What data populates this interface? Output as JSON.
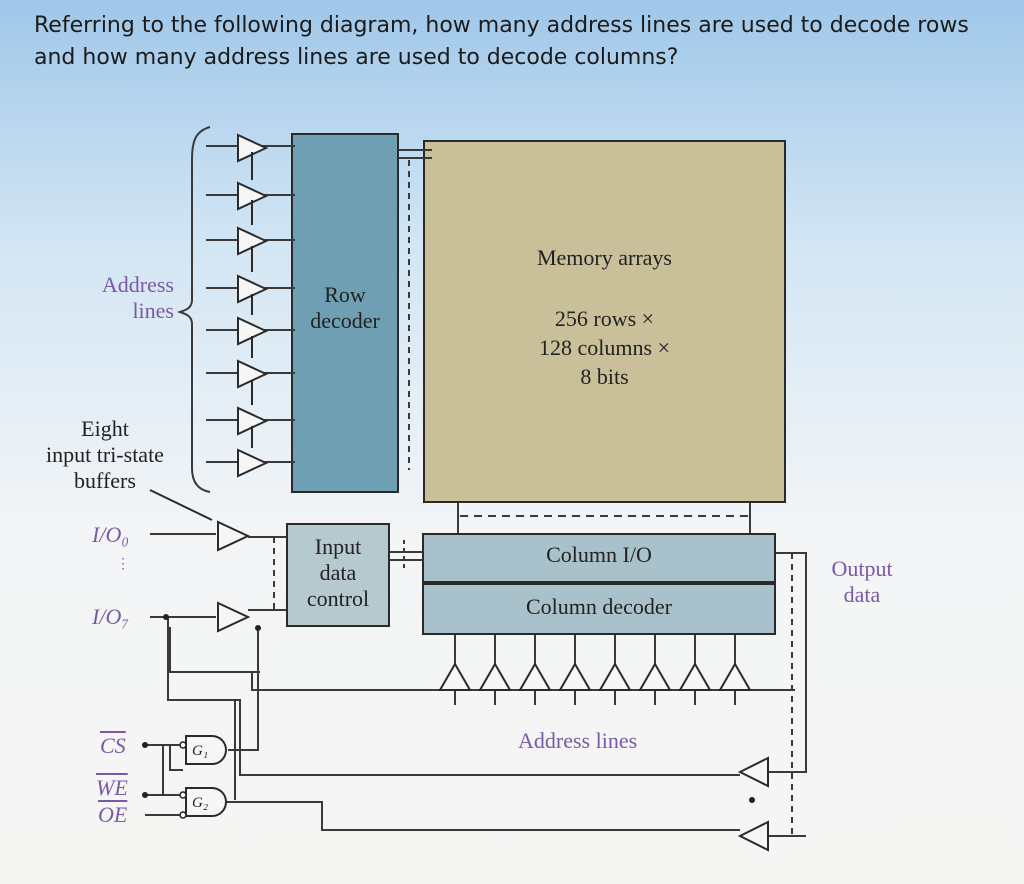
{
  "question": {
    "line1": "Referring to the following diagram, how many address lines are used to decode rows",
    "line2": "and how many address lines are used to decode columns?"
  },
  "diagram": {
    "address_lines_left": [
      "Address",
      "lines"
    ],
    "buffers_label": [
      "Eight",
      "input tri-state",
      "buffers"
    ],
    "io0": "I/O₀",
    "io7": "I/O₇",
    "row_decoder": [
      "Row",
      "decoder"
    ],
    "memory_title": "Memory arrays",
    "memory_spec": [
      "256 rows ×",
      "128 columns ×",
      "8 bits"
    ],
    "input_data_control": [
      "Input",
      "data",
      "control"
    ],
    "column_io": "Column I/O",
    "column_decoder": "Column decoder",
    "output_data": [
      "Output",
      "data"
    ],
    "address_lines_bottom": "Address lines",
    "cs": "CS",
    "we": "WE",
    "oe": "OE",
    "g1": "G₁",
    "g2": "G₂"
  },
  "colors": {
    "row_decoder": "#6f9fb2",
    "memory": "#c9c09a",
    "column_blocks": "#a9c1ca",
    "input_control": "#b5c9cf",
    "label_purple": "#7a5aa8"
  }
}
